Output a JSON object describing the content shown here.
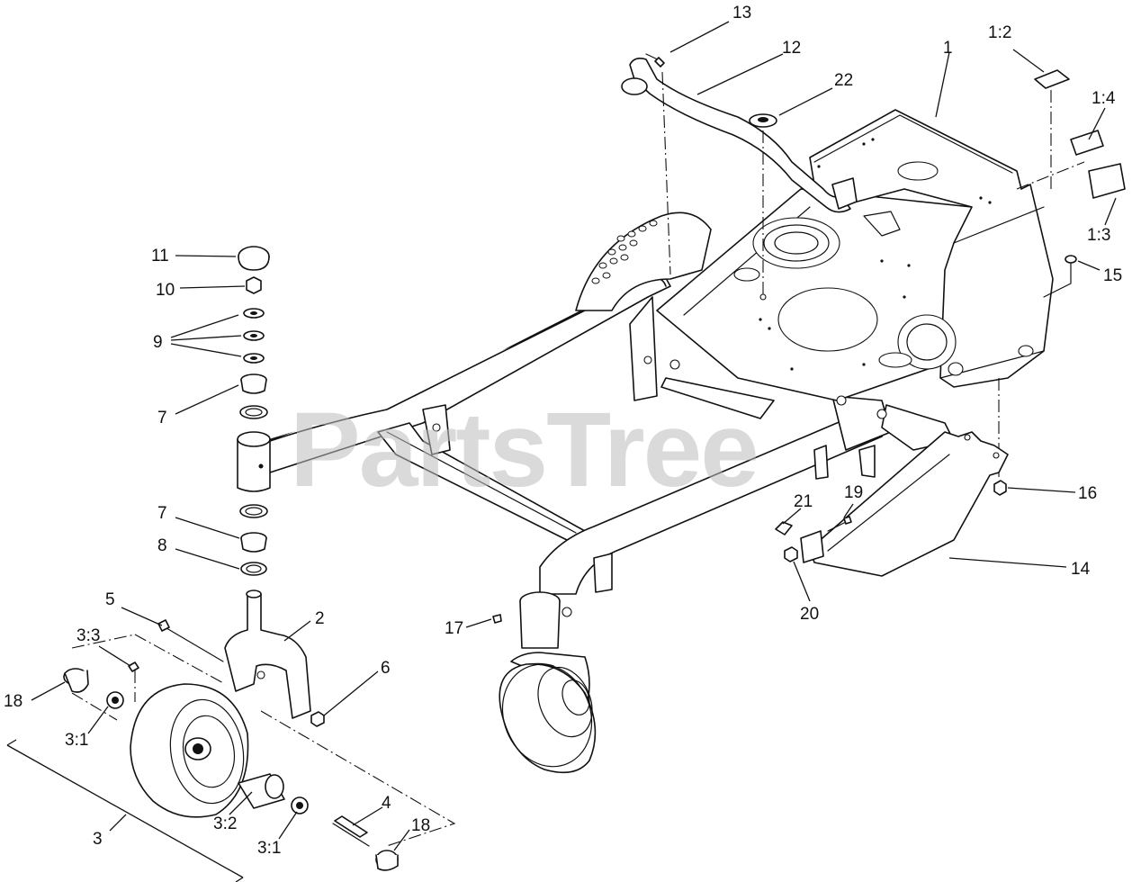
{
  "watermark": "PartsTree",
  "callouts": {
    "c13": "13",
    "c12": "12",
    "c22": "22",
    "c1": "1",
    "c1_2": "1:2",
    "c1_4": "1:4",
    "c1_3": "1:3",
    "c15": "15",
    "c11": "11",
    "c10": "10",
    "c9": "9",
    "c7a": "7",
    "c7b": "7",
    "c8": "8",
    "c16": "16",
    "c21": "21",
    "c19": "19",
    "c14": "14",
    "c20": "20",
    "c17": "17",
    "c5": "5",
    "c2": "2",
    "c3_3": "3:3",
    "c6": "6",
    "c18a": "18",
    "c3_1a": "3:1",
    "c4": "4",
    "c3": "3",
    "c3_2": "3:2",
    "c3_1b": "3:1",
    "c18b": "18"
  }
}
